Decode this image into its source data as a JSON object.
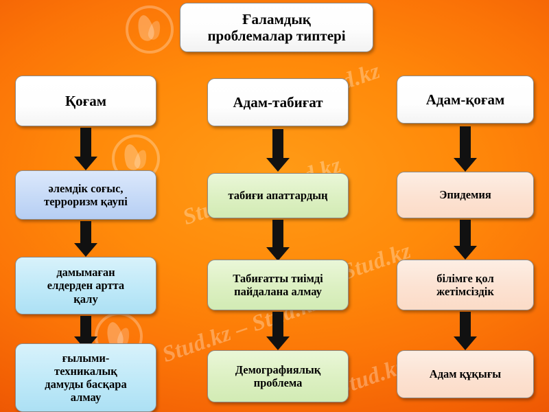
{
  "diagram": {
    "title": "Ғаламдық\nпроблемалар типтері",
    "title_line1": "Ғаламдық",
    "title_line2": "проблемалар типтері",
    "columns": [
      {
        "header": "Қоғам",
        "nodes": [
          {
            "text_line1": "әлемдік соғыс,",
            "text_line2": "терроризм қаупі",
            "color": "#c6daf7"
          },
          {
            "text_line1": "дамымаған",
            "text_line2": "елдерден артта",
            "text_line3": "қалу",
            "color": "#bfe9f8"
          },
          {
            "text_line1": "ғылыми-",
            "text_line2": "техникалық",
            "text_line3": "дамуды басқара",
            "text_line4": "алмау",
            "color": "#bfe9f8"
          }
        ]
      },
      {
        "header": "Адам-табиғат",
        "nodes": [
          {
            "text_line1": "табиғи апаттардың",
            "color": "#dcf0c2"
          },
          {
            "text_line1": "Табиғатты тиімді",
            "text_line2": "пайдалана алмау",
            "color": "#dcf0c2"
          },
          {
            "text_line1": "Демографиялық",
            "text_line2": "проблема",
            "color": "#dcf0c2"
          }
        ]
      },
      {
        "header": "Адам-қоғам",
        "nodes": [
          {
            "text_line1": "Эпидемия",
            "color": "#fce2d2"
          },
          {
            "text_line1": "білімге қол",
            "text_line2": "жетімсіздік",
            "color": "#fce2d2"
          },
          {
            "text_line1": "Адам құқығы",
            "color": "#fce2d2"
          }
        ]
      }
    ]
  },
  "watermark": {
    "text": "Stud.kz",
    "text_long": "Stud.kz – Stud.kz"
  },
  "theme": {
    "background_orange": "#fb7407",
    "arrow_color": "#111111",
    "box_border": "#8a8a8a"
  }
}
